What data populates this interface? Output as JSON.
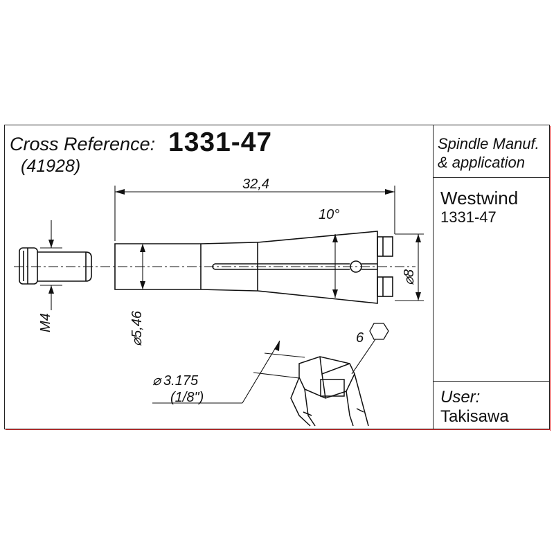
{
  "header": {
    "cross_reference_label": "Cross Reference:",
    "cross_reference_code": "1331-47",
    "alternate_code": "(41928)"
  },
  "sidebar": {
    "spindle_label_line1": "Spindle Manuf.",
    "spindle_label_line2": "& application",
    "manufacturer": "Westwind",
    "manufacturer_code": "1331-47",
    "user_label": "User:",
    "user": "Takisawa"
  },
  "dimensions": {
    "overall_length": "32,4",
    "taper_angle": "10°",
    "front_diameter": "8",
    "body_diameter": "5,46",
    "thread": "M4",
    "hex_size": "6",
    "bore_diameter": "3.175",
    "bore_diameter_inch": "(1/8\")",
    "diameter_symbol": "⌀"
  },
  "colors": {
    "line": "#111111",
    "accent_edge": "#dd3333"
  }
}
